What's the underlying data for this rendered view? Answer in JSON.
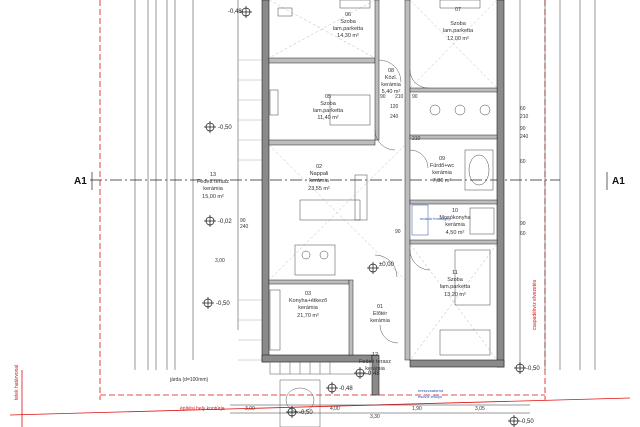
{
  "rooms": [
    {
      "num": "06",
      "name": "Szoba",
      "floor": "lam.parketta",
      "area": "14,30 m²"
    },
    {
      "num": "07",
      "name": "Szoba",
      "floor": "lam.parketta",
      "area": "12,00 m²"
    },
    {
      "num": "08",
      "name": "Közl.",
      "floor": "kerámia",
      "area": "5,40 m²"
    },
    {
      "num": "05",
      "name": "Szoba",
      "floor": "lam.parketta",
      "area": "11,40 m²"
    },
    {
      "num": "09",
      "name": "Fürdő+wc",
      "floor": "kerámia",
      "area": "7,80 m²"
    },
    {
      "num": "02",
      "name": "Nappali",
      "floor": "kerámia",
      "area": "23,55 m²"
    },
    {
      "num": "13",
      "name": "Fedett terasz",
      "floor": "kerámia",
      "area": "15,00 m²"
    },
    {
      "num": "10",
      "name": "Mosókonyha",
      "floor": "kerámia",
      "area": "4,50 m²"
    },
    {
      "num": "11",
      "name": "Szoba",
      "floor": "lam.parketta",
      "area": "13,20 m²"
    },
    {
      "num": "03",
      "name": "Konyha+étkező",
      "floor": "kerámia",
      "area": "21,70 m²"
    },
    {
      "num": "01",
      "name": "Előtér",
      "floor": "kerámia",
      "area": ""
    },
    {
      "num": "12",
      "name": "Fedett terasz",
      "floor": "kerámia",
      "area": ""
    }
  ],
  "levels": {
    "top": "-0,48",
    "l1": "-0,50",
    "l2": "-0,02",
    "l3": "-0,50",
    "l4": "±0,00",
    "l5": "-0,50",
    "l6": "-0,48",
    "l7": "-0,48",
    "r1": "-0,50",
    "r2": "-0,50"
  },
  "section": {
    "left": "A1",
    "right": "A1"
  },
  "dimensions": {
    "d90a": "90",
    "d210a": "210",
    "d120": "120",
    "d240a": "240",
    "d90b": "90",
    "d210b": "210",
    "d60a": "60",
    "d210c": "210",
    "d90c": "90",
    "d240b": "240",
    "d60b": "60",
    "d90d": "90",
    "d90e": "90",
    "d60c": "60",
    "d90f": "90",
    "d240c": "240",
    "d3a": "3,00",
    "d3b": "3,00",
    "d190": "1,90",
    "d305": "3,05",
    "d4a": "4,00",
    "d3c": "3,30"
  },
  "notes": {
    "lot_line": "telek határvonal",
    "building_contour": "építési hely kontúrja",
    "drain": "csapadékvíz elvezetés",
    "wash": "mosdó+mosógép",
    "pavement": "járda (d=100mm)",
    "gutter": "ereszcsatorna",
    "pipe": "esővíz lefolyó"
  },
  "colors": {
    "wall": "#8a8a8a",
    "line": "#222222",
    "red": "#dd1111",
    "blue": "#2a4fb0"
  }
}
